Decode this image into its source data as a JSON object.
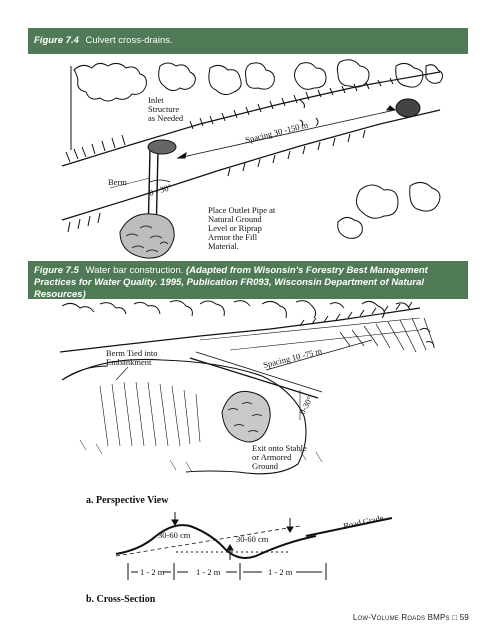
{
  "figure_7_4": {
    "number": "Figure 7.4",
    "caption": "Culvert cross-drains.",
    "labels": {
      "inlet": [
        "Inlet",
        "Structure",
        "as Needed"
      ],
      "spacing": "Spacing 30 -150 m",
      "berm": "Berm",
      "angle": "0 - 30°",
      "outlet": [
        "Place Outlet Pipe at",
        "Natural Ground",
        "Level or Riprap",
        "Armor the Fill",
        "Material."
      ]
    }
  },
  "figure_7_5": {
    "number": "Figure 7.5",
    "caption_main": "Water bar construction.",
    "caption_source": "(Adapted from Wisonsin's Forestry Best Management Practices for Water Quality. 1995, Publication FR093, Wisconsin Department of Natural Resources)",
    "labels": {
      "berm_tied": [
        "Berm Tied into",
        "Embankment"
      ],
      "spacing": "Spacing 10 -75 m",
      "angle": "0-30°",
      "exit": [
        "Exit onto Stable",
        "or Armored",
        "Ground"
      ],
      "perspective": "a.  Perspective View",
      "road_grade": "Road Grade",
      "depth_left": "30-60 cm",
      "depth_right": "30-60 cm",
      "width_1": "1 - 2 m",
      "width_2": "1 - 2 m",
      "width_3": "1 - 2 m",
      "cross_section": "b.  Cross-Section"
    }
  },
  "footer": {
    "text": "Low-Volume Roads BMPs",
    "page": "59"
  }
}
